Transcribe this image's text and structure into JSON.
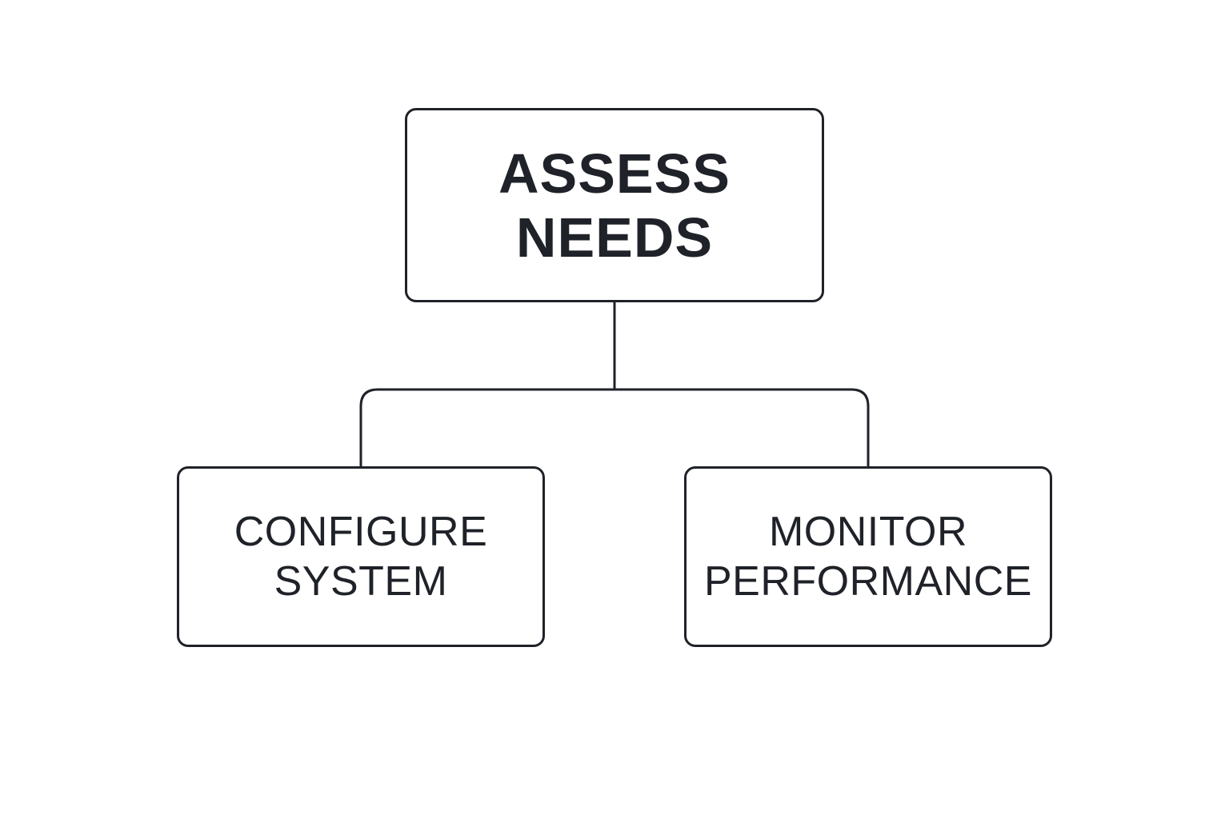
{
  "diagram": {
    "root": {
      "lines": [
        "ASSESS",
        "NEEDS"
      ]
    },
    "children": [
      {
        "lines": [
          "CONFIGURE",
          "SYSTEM"
        ]
      },
      {
        "lines": [
          "MONITOR",
          "PERFORMANCE"
        ]
      }
    ],
    "colors": {
      "stroke": "#1f2228",
      "text": "#1f2228",
      "background": "#ffffff"
    }
  }
}
